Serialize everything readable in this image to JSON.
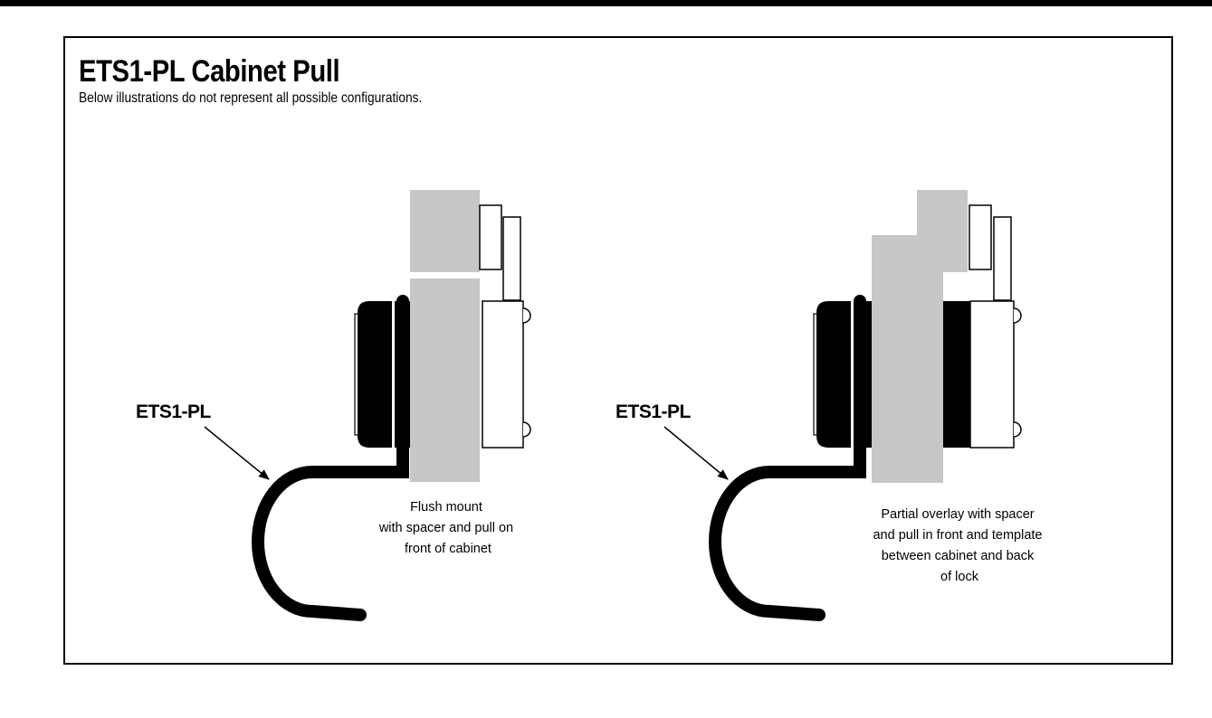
{
  "title": "ETS1-PL Cabinet Pull",
  "subtitle": "Below illustrations do not represent all possible configurations.",
  "figures": [
    {
      "part_label": "ETS1-PL",
      "caption": [
        "Flush mount",
        "with spacer and pull on",
        "front of cabinet"
      ]
    },
    {
      "part_label": "ETS1-PL",
      "caption": [
        "Partial overlay with spacer",
        "and pull in front and template",
        "between cabinet and back",
        "of lock"
      ]
    }
  ],
  "colors": {
    "cabinet": "#c6c7c8",
    "pull": "#000000",
    "outline": "#000000",
    "lock_body": "#ffffff"
  }
}
